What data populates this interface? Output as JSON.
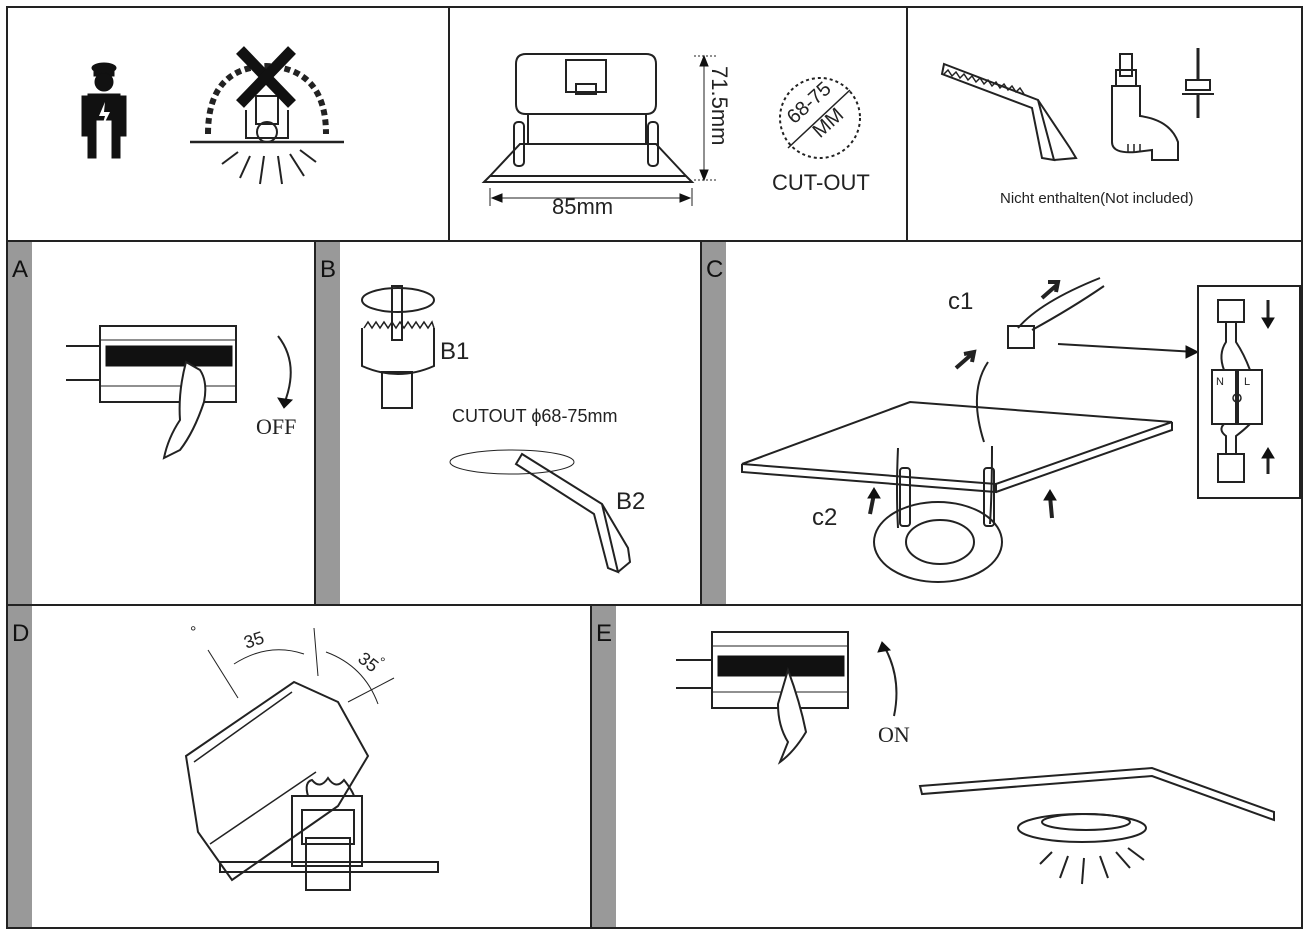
{
  "top": {
    "dim_height": "71.5mm",
    "dim_width": "85mm",
    "cutout_range": "68-75",
    "cutout_unit": "MM",
    "cutout_label": "CUT-OUT",
    "not_included": "Nicht enthalten(Not included)"
  },
  "steps": {
    "a": {
      "letter": "A",
      "action": "OFF"
    },
    "b": {
      "letter": "B",
      "sub1": "B1",
      "sub2": "B2",
      "cutout": "CUTOUT  ϕ68-75mm"
    },
    "c": {
      "letter": "C",
      "sub1": "c1",
      "sub2": "c2",
      "neutral": "N",
      "live": "L"
    },
    "d": {
      "letter": "D",
      "angle_left": "35",
      "angle_right": "35",
      "degree_left": "°",
      "degree_right": "°"
    },
    "e": {
      "letter": "E",
      "action": "ON"
    }
  },
  "icons": [
    "electrician-icon",
    "no-insulation-icon",
    "lamp-dimension-icon",
    "saw-icon",
    "screwdriver-icon",
    "circuit-breaker-icon",
    "hole-saw-icon",
    "wiring-diagram-icon",
    "tilt-lamp-icon"
  ]
}
